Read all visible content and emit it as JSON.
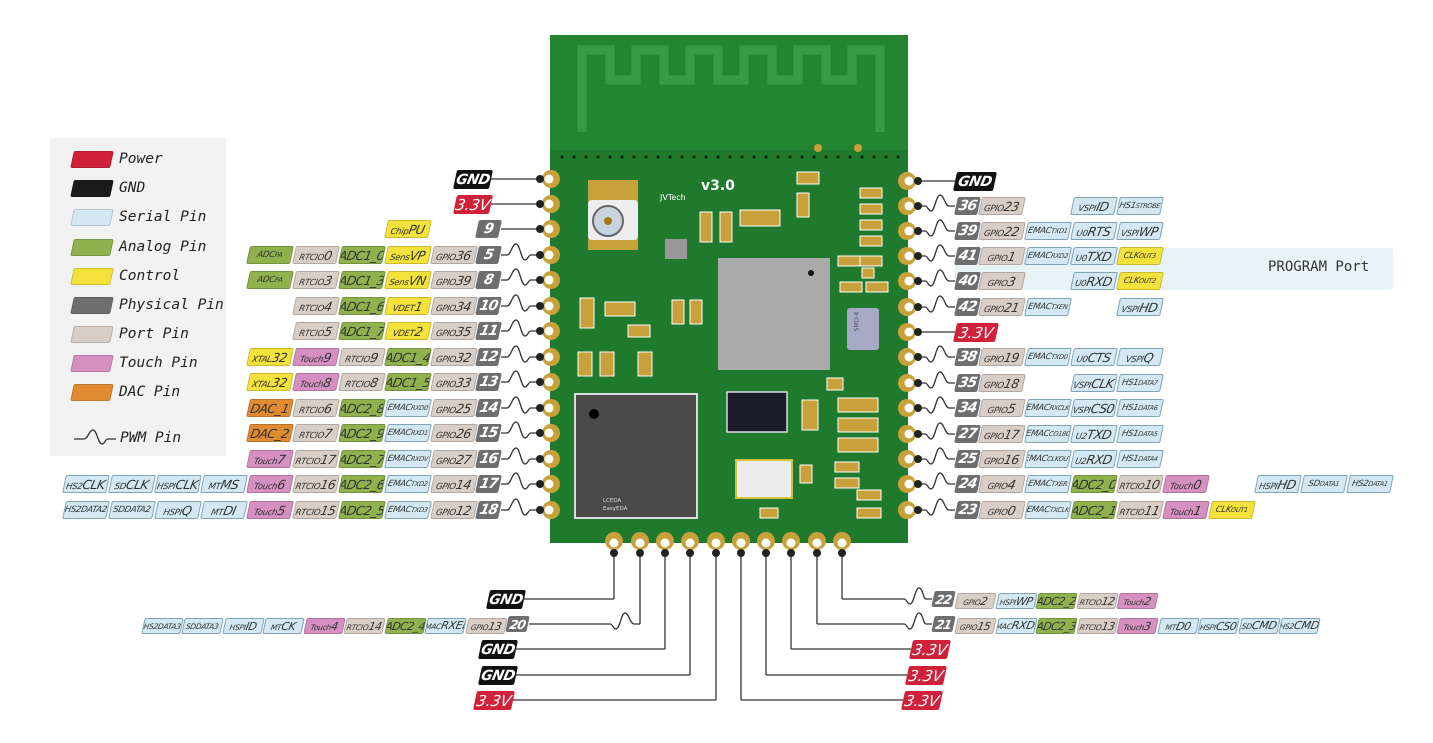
{
  "legend": {
    "items": [
      {
        "label": "Power",
        "color": "#cf2139"
      },
      {
        "label": "GND",
        "color": "#1a1a1a"
      },
      {
        "label": "Serial Pin",
        "color": "#d3e8f2"
      },
      {
        "label": "Analog Pin",
        "color": "#8fb24f"
      },
      {
        "label": "Control",
        "color": "#f4e23c"
      },
      {
        "label": "Physical Pin",
        "color": "#6e6e6e"
      },
      {
        "label": "Port Pin",
        "color": "#d9cec5"
      },
      {
        "label": "Touch Pin",
        "color": "#d58fc0"
      },
      {
        "label": "DAC Pin",
        "color": "#e08b32"
      }
    ],
    "pwm_label": "PWM Pin"
  },
  "board": {
    "brand": "JVTech",
    "version": "v3.0",
    "inductor_label": "SMD-4",
    "chip_label_1": "LCEDA",
    "chip_label_2": "EasyEDA",
    "color": "#1f7a2d"
  },
  "program_port": {
    "label": "PROGRAM Port"
  },
  "left": [
    {
      "pin": "GND",
      "kind": "gnd"
    },
    {
      "pin": "3.3V",
      "kind": "power"
    },
    {
      "pin": "9",
      "tags": [
        null,
        {
          "c": "control",
          "a": "Chip",
          "b": "PU"
        }
      ]
    },
    {
      "pin": "5",
      "pwm": true,
      "tags": [
        {
          "c": "port",
          "a": "GPIO",
          "b": "36"
        },
        {
          "c": "control",
          "a": "Sens",
          "b": "VP"
        },
        {
          "c": "analog",
          "b": "ADC1_0"
        },
        {
          "c": "port",
          "a": "RTCIO",
          "b": "0"
        },
        {
          "c": "analog",
          "a": "ADC",
          "b": "PA",
          "sup": true
        }
      ]
    },
    {
      "pin": "8",
      "pwm": true,
      "tags": [
        {
          "c": "port",
          "a": "GPIO",
          "b": "39"
        },
        {
          "c": "control",
          "a": "Sens",
          "b": "VN"
        },
        {
          "c": "analog",
          "b": "ADC1_3"
        },
        {
          "c": "port",
          "a": "RTCIO",
          "b": "3"
        },
        {
          "c": "analog",
          "a": "ADC",
          "b": "PA",
          "sup": true
        }
      ]
    },
    {
      "pin": "10",
      "pwm": true,
      "tags": [
        {
          "c": "port",
          "a": "GPIO",
          "b": "34"
        },
        {
          "c": "control",
          "a": "VDET",
          "b": "1"
        },
        {
          "c": "analog",
          "b": "ADC1_6"
        },
        {
          "c": "port",
          "a": "RTCIO",
          "b": "4"
        }
      ]
    },
    {
      "pin": "11",
      "pwm": true,
      "tags": [
        {
          "c": "port",
          "a": "GPIO",
          "b": "35"
        },
        {
          "c": "control",
          "a": "VDET",
          "b": "2"
        },
        {
          "c": "analog",
          "b": "ADC1_7"
        },
        {
          "c": "port",
          "a": "RTCIO",
          "b": "5"
        }
      ]
    },
    {
      "pin": "12",
      "pwm": true,
      "tags": [
        {
          "c": "port",
          "a": "GPIO",
          "b": "32"
        },
        {
          "c": "analog",
          "b": "ADC1_4"
        },
        {
          "c": "port",
          "a": "RTCIO",
          "b": "9"
        },
        {
          "c": "touch",
          "a": "Touch",
          "b": "9"
        },
        {
          "c": "control",
          "a": "XTAL",
          "b": "32"
        }
      ]
    },
    {
      "pin": "13",
      "pwm": true,
      "tags": [
        {
          "c": "port",
          "a": "GPIO",
          "b": "33"
        },
        {
          "c": "analog",
          "b": "ADC1_5"
        },
        {
          "c": "port",
          "a": "RTCIO",
          "b": "8"
        },
        {
          "c": "touch",
          "a": "Touch",
          "b": "8"
        },
        {
          "c": "control",
          "a": "XTAL",
          "b": "32"
        }
      ]
    },
    {
      "pin": "14",
      "pwm": true,
      "tags": [
        {
          "c": "port",
          "a": "GPIO",
          "b": "25"
        },
        {
          "c": "serial",
          "a": "EMAC",
          "b": "RXD0",
          "sup": true
        },
        {
          "c": "analog",
          "b": "ADC2_8"
        },
        {
          "c": "port",
          "a": "RTCIO",
          "b": "6"
        },
        {
          "c": "dac",
          "b": "DAC_1"
        }
      ]
    },
    {
      "pin": "15",
      "pwm": true,
      "tags": [
        {
          "c": "port",
          "a": "GPIO",
          "b": "26"
        },
        {
          "c": "serial",
          "a": "EMAC",
          "b": "RXD1",
          "sup": true
        },
        {
          "c": "analog",
          "b": "ADC2_9"
        },
        {
          "c": "port",
          "a": "RTCIO",
          "b": "7"
        },
        {
          "c": "dac",
          "b": "DAC_2"
        }
      ]
    },
    {
      "pin": "16",
      "pwm": true,
      "tags": [
        {
          "c": "port",
          "a": "GPIO",
          "b": "27"
        },
        {
          "c": "serial",
          "a": "EMAC",
          "b": "RXDV",
          "sup": true
        },
        {
          "c": "analog",
          "b": "ADC2_7"
        },
        {
          "c": "port",
          "a": "RTCIO",
          "b": "17"
        },
        {
          "c": "touch",
          "a": "Touch",
          "b": "7"
        }
      ]
    },
    {
      "pin": "17",
      "pwm": true,
      "tags": [
        {
          "c": "port",
          "a": "GPIO",
          "b": "14"
        },
        {
          "c": "serial",
          "a": "EMAC",
          "b": "TXD2",
          "sup": true
        },
        {
          "c": "analog",
          "b": "ADC2_6"
        },
        {
          "c": "port",
          "a": "RTCIO",
          "b": "16"
        },
        {
          "c": "touch",
          "a": "Touch",
          "b": "6"
        },
        {
          "c": "serial",
          "a": "MT",
          "b": "MS"
        },
        {
          "c": "serial",
          "a": "HSPI",
          "b": "CLK"
        },
        {
          "c": "serial",
          "a": "SD",
          "b": "CLK"
        },
        {
          "c": "serial",
          "a": "HS2",
          "b": "CLK"
        }
      ]
    },
    {
      "pin": "18",
      "pwm": true,
      "tags": [
        {
          "c": "port",
          "a": "GPIO",
          "b": "12"
        },
        {
          "c": "serial",
          "a": "EMAC",
          "b": "TXD3",
          "sup": true
        },
        {
          "c": "analog",
          "b": "ADC2_5"
        },
        {
          "c": "port",
          "a": "RTCIO",
          "b": "15"
        },
        {
          "c": "touch",
          "a": "Touch",
          "b": "5"
        },
        {
          "c": "serial",
          "a": "MT",
          "b": "DI"
        },
        {
          "c": "serial",
          "a": "HSPI",
          "b": "Q"
        },
        {
          "c": "serial",
          "a": "SDDATA2"
        },
        {
          "c": "serial",
          "a": "HS2DATA2"
        }
      ]
    }
  ],
  "right": [
    {
      "pin": "GND",
      "kind": "gnd"
    },
    {
      "pin": "36",
      "pwm": true,
      "tags": [
        {
          "c": "port",
          "a": "GPIO",
          "b": "23"
        },
        null,
        {
          "c": "serial",
          "a": "VSPI",
          "b": "ID"
        },
        {
          "c": "serial",
          "a": "HS1",
          "b": "STROBE",
          "sup": true
        }
      ]
    },
    {
      "pin": "39",
      "pwm": true,
      "tags": [
        {
          "c": "port",
          "a": "GPIO",
          "b": "22"
        },
        {
          "c": "serial",
          "a": "EMAC",
          "b": "TXD1",
          "sup": true
        },
        {
          "c": "serial",
          "a": "U0",
          "b": "RTS"
        },
        {
          "c": "serial",
          "a": "VSPI",
          "b": "WP"
        }
      ]
    },
    {
      "pin": "41",
      "pwm": true,
      "tags": [
        {
          "c": "port",
          "a": "GPIO",
          "b": "1"
        },
        {
          "c": "serial",
          "a": "EMAC",
          "b": "RXD2",
          "sup": true
        },
        {
          "c": "serial",
          "a": "U0",
          "b": "TXD"
        },
        {
          "c": "control",
          "a": "CLK",
          "b": "OUT3",
          "sup": true
        }
      ]
    },
    {
      "pin": "40",
      "pwm": true,
      "tags": [
        {
          "c": "port",
          "a": "GPIO",
          "b": "3"
        },
        null,
        {
          "c": "serial",
          "a": "U0",
          "b": "RXD"
        },
        {
          "c": "control",
          "a": "CLK",
          "b": "OUT2",
          "sup": true
        }
      ]
    },
    {
      "pin": "42",
      "pwm": true,
      "tags": [
        {
          "c": "port",
          "a": "GPIO",
          "b": "21"
        },
        {
          "c": "serial",
          "a": "EMAC",
          "b": "TXEN",
          "sup": true
        },
        null,
        {
          "c": "serial",
          "a": "VSPI",
          "b": "HD"
        }
      ]
    },
    {
      "pin": "3.3V",
      "kind": "power"
    },
    {
      "pin": "38",
      "pwm": true,
      "tags": [
        {
          "c": "port",
          "a": "GPIO",
          "b": "19"
        },
        {
          "c": "serial",
          "a": "EMAC",
          "b": "TXD0",
          "sup": true
        },
        {
          "c": "serial",
          "a": "U0",
          "b": "CTS"
        },
        {
          "c": "serial",
          "a": "VSPI",
          "b": "Q"
        }
      ]
    },
    {
      "pin": "35",
      "pwm": true,
      "tags": [
        {
          "c": "port",
          "a": "GPIO",
          "b": "18"
        },
        null,
        {
          "c": "serial",
          "a": "VSPI",
          "b": "CLK"
        },
        {
          "c": "serial",
          "a": "HS1",
          "b": "DATA7",
          "sup": true
        }
      ]
    },
    {
      "pin": "34",
      "pwm": true,
      "tags": [
        {
          "c": "port",
          "a": "GPIO",
          "b": "5"
        },
        {
          "c": "serial",
          "a": "EMAC",
          "b": "RXCLK",
          "sup": true
        },
        {
          "c": "serial",
          "a": "VSPI",
          "b": "CS0"
        },
        {
          "c": "serial",
          "a": "HS1",
          "b": "DATA6",
          "sup": true
        }
      ]
    },
    {
      "pin": "27",
      "pwm": true,
      "tags": [
        {
          "c": "port",
          "a": "GPIO",
          "b": "17"
        },
        {
          "c": "serial",
          "a": "EMAC",
          "b": "CO180",
          "sup": true
        },
        {
          "c": "serial",
          "a": "U2",
          "b": "TXD"
        },
        {
          "c": "serial",
          "a": "HS1",
          "b": "DATA5",
          "sup": true
        }
      ]
    },
    {
      "pin": "25",
      "pwm": true,
      "tags": [
        {
          "c": "port",
          "a": "GPIO",
          "b": "16"
        },
        {
          "c": "serial",
          "a": "EMAC",
          "b": "CLKOUT",
          "sup": true
        },
        {
          "c": "serial",
          "a": "U2",
          "b": "RXD"
        },
        {
          "c": "serial",
          "a": "HS1",
          "b": "DATA4",
          "sup": true
        }
      ]
    },
    {
      "pin": "24",
      "pwm": true,
      "tags": [
        {
          "c": "port",
          "a": "GPIO",
          "b": "4"
        },
        {
          "c": "serial",
          "a": "EMAC",
          "b": "TXER",
          "sup": true
        },
        {
          "c": "analog",
          "b": "ADC2_0"
        },
        {
          "c": "port",
          "a": "RTCIO",
          "b": "10"
        },
        {
          "c": "touch",
          "a": "Touch",
          "b": "0"
        },
        null,
        {
          "c": "serial",
          "a": "HSPI",
          "b": "HD"
        },
        {
          "c": "serial",
          "a": "SD",
          "b": "DATA1",
          "sup": true
        },
        {
          "c": "serial",
          "a": "HS2",
          "b": "DATA1",
          "sup": true
        }
      ]
    },
    {
      "pin": "23",
      "pwm": true,
      "tags": [
        {
          "c": "port",
          "a": "GPIO",
          "b": "0"
        },
        {
          "c": "serial",
          "a": "EMAC",
          "b": "TXCLK",
          "sup": true
        },
        {
          "c": "analog",
          "b": "ADC2_1"
        },
        {
          "c": "port",
          "a": "RTCIO",
          "b": "11"
        },
        {
          "c": "touch",
          "a": "Touch",
          "b": "1"
        },
        {
          "c": "control",
          "a": "CLK",
          "b": "OUT1",
          "sup": true
        }
      ]
    }
  ],
  "bottom": [
    {
      "pin": "GND",
      "kind": "gnd"
    },
    {
      "pin": "20",
      "pwm": true,
      "tags": [
        {
          "c": "port",
          "a": "GPIO",
          "b": "13"
        },
        {
          "c": "serial",
          "a": "EMAC",
          "b": "RXER",
          "sup": true
        },
        {
          "c": "analog",
          "b": "ADC2_4"
        },
        {
          "c": "port",
          "a": "RTCIO",
          "b": "14"
        },
        {
          "c": "touch",
          "a": "Touch",
          "b": "4"
        },
        {
          "c": "serial",
          "a": "MT",
          "b": "CK"
        },
        {
          "c": "serial",
          "a": "HSPI",
          "b": "ID"
        },
        {
          "c": "serial",
          "a": "SDDATA3"
        },
        {
          "c": "serial",
          "a": "HS2DATA3"
        }
      ]
    },
    {
      "pin": "GND",
      "kind": "gnd"
    },
    {
      "pin": "GND",
      "kind": "gnd"
    },
    {
      "pin": "3.3V",
      "kind": "power"
    },
    {
      "pin": "3.3V",
      "kind": "power"
    },
    {
      "pin": "3.3V",
      "kind": "power"
    },
    {
      "pin": "3.3V",
      "kind": "power"
    },
    {
      "pin": "21",
      "pwm": true,
      "tags": [
        {
          "c": "port",
          "a": "GPIO",
          "b": "15"
        },
        {
          "c": "serial",
          "a": "EMAC",
          "b": "RXD3",
          "sup": true
        },
        {
          "c": "analog",
          "b": "ADC2_3"
        },
        {
          "c": "port",
          "a": "RTCIO",
          "b": "13"
        },
        {
          "c": "touch",
          "a": "Touch",
          "b": "3"
        },
        {
          "c": "serial",
          "a": "MT",
          "b": "D0"
        },
        {
          "c": "serial",
          "a": "HSPI",
          "b": "CS0"
        },
        {
          "c": "serial",
          "a": "SD",
          "b": "CMD",
          "sup": true
        },
        {
          "c": "serial",
          "a": "HS2",
          "b": "CMD",
          "sup": true
        }
      ]
    },
    {
      "pin": "22",
      "pwm": true,
      "tags": [
        {
          "c": "port",
          "a": "GPIO",
          "b": "2"
        },
        {
          "c": "serial",
          "a": "HSPI",
          "b": "WP"
        },
        {
          "c": "analog",
          "b": "ADC2_2"
        },
        {
          "c": "port",
          "a": "RTCIO",
          "b": "12"
        },
        {
          "c": "touch",
          "a": "Touch",
          "b": "2"
        }
      ]
    }
  ]
}
